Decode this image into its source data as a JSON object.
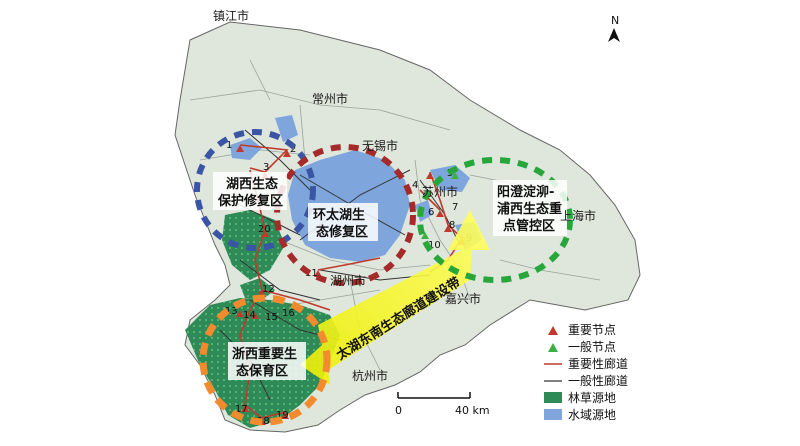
{
  "cities": {
    "zhenjiang": "镇江市",
    "changzhou": "常州市",
    "wuxi": "无锡市",
    "suzhou": "苏州市",
    "shanghai": "上海市",
    "huzhou": "湖州市",
    "jiaxing": "嘉兴市",
    "hangzhou": "杭州市"
  },
  "zones": {
    "west_lake_line1": "湖西生态",
    "west_lake_line2": "保护修复区",
    "taihu_line1": "环太湖生",
    "taihu_line2": "态修复区",
    "yangcheng_line1": "阳澄淀泖-",
    "yangcheng_line2": "浦西生态重",
    "yangcheng_line3": "点管控区",
    "zhexi_line1": "浙西重要生",
    "zhexi_line2": "态保育区"
  },
  "corridor_band": "太湖东南生态廊道建设带",
  "nodes": [
    "1",
    "2",
    "3",
    "4",
    "5",
    "6",
    "7",
    "8",
    "9",
    "10",
    "11",
    "12",
    "13",
    "14",
    "15",
    "16",
    "17",
    "18",
    "19",
    "20"
  ],
  "legend": {
    "major_node": "重要节点",
    "general_node": "一般节点",
    "major_corridor": "重要性廊道",
    "general_corridor": "一般性廊道",
    "forest_source": "林草源地",
    "water_source": "水域源地"
  },
  "scale": {
    "zero": "0",
    "forty": "40 km"
  },
  "north": "N",
  "colors": {
    "land": "#dfe6dc",
    "forest": "#2e8b57",
    "water": "#7fa6dc",
    "major_corridor": "#c0392b",
    "general_corridor": "#333333",
    "zone_blue": "#3a55a4",
    "zone_red": "#a52a2a",
    "zone_green": "#27a63a",
    "zone_orange": "#f28a2e",
    "band_yellow": "#ffff33"
  }
}
